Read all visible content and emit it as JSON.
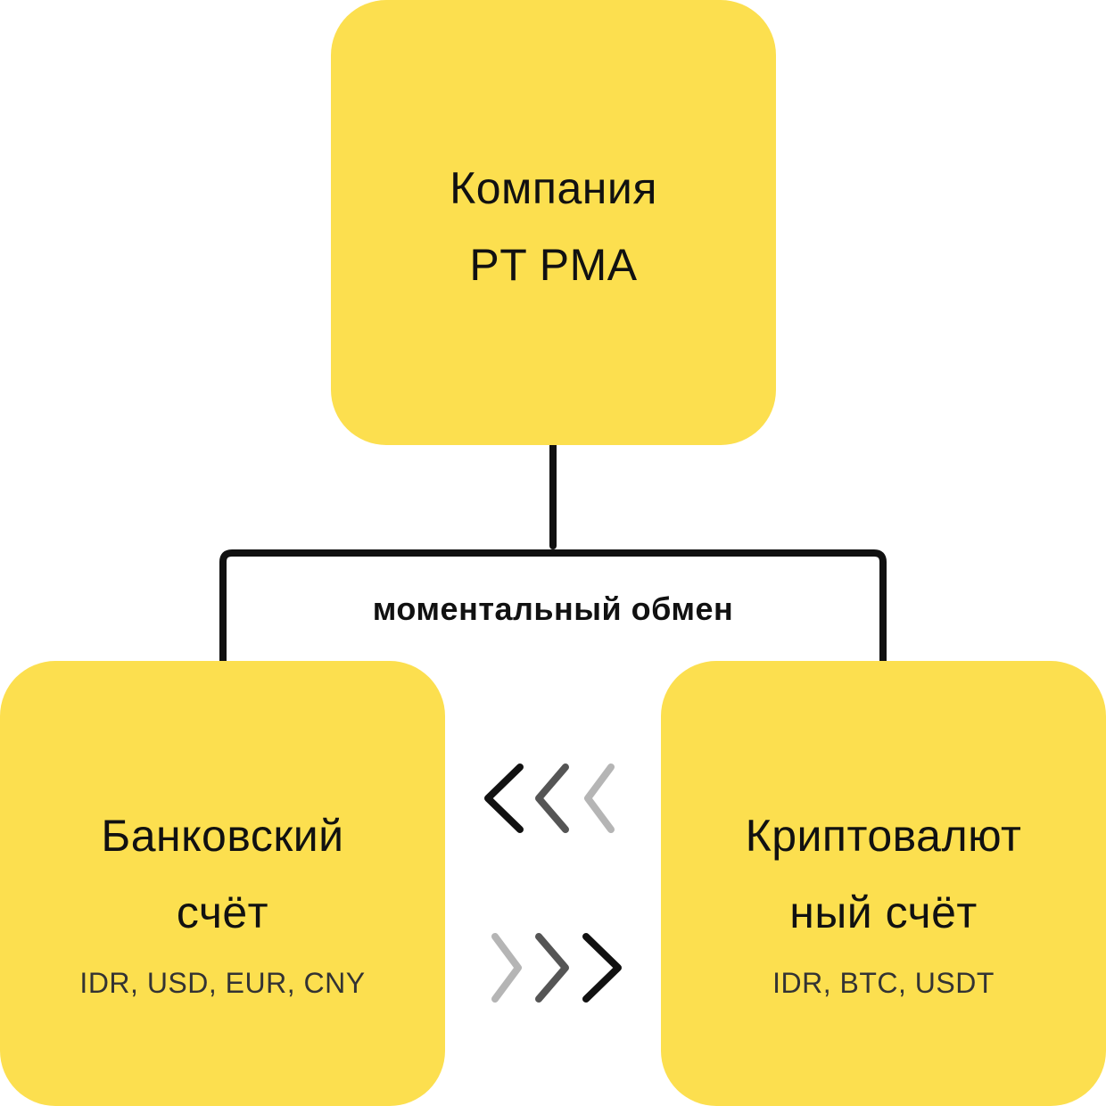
{
  "company": {
    "title": "Компания\nPT PMA"
  },
  "exchange_label": "моментальный обмен",
  "bank_account": {
    "title": "Банковский\nсчёт",
    "currencies": "IDR, USD, EUR, CNY"
  },
  "crypto_account": {
    "title": "Криптовалют\nный счёт",
    "currencies": "IDR, BTC, USDT"
  },
  "colors": {
    "box_fill": "#FCDF4F",
    "line": "#111111",
    "text": "#111111"
  },
  "icons": [
    "chevrons-left-icon",
    "chevrons-right-icon"
  ]
}
